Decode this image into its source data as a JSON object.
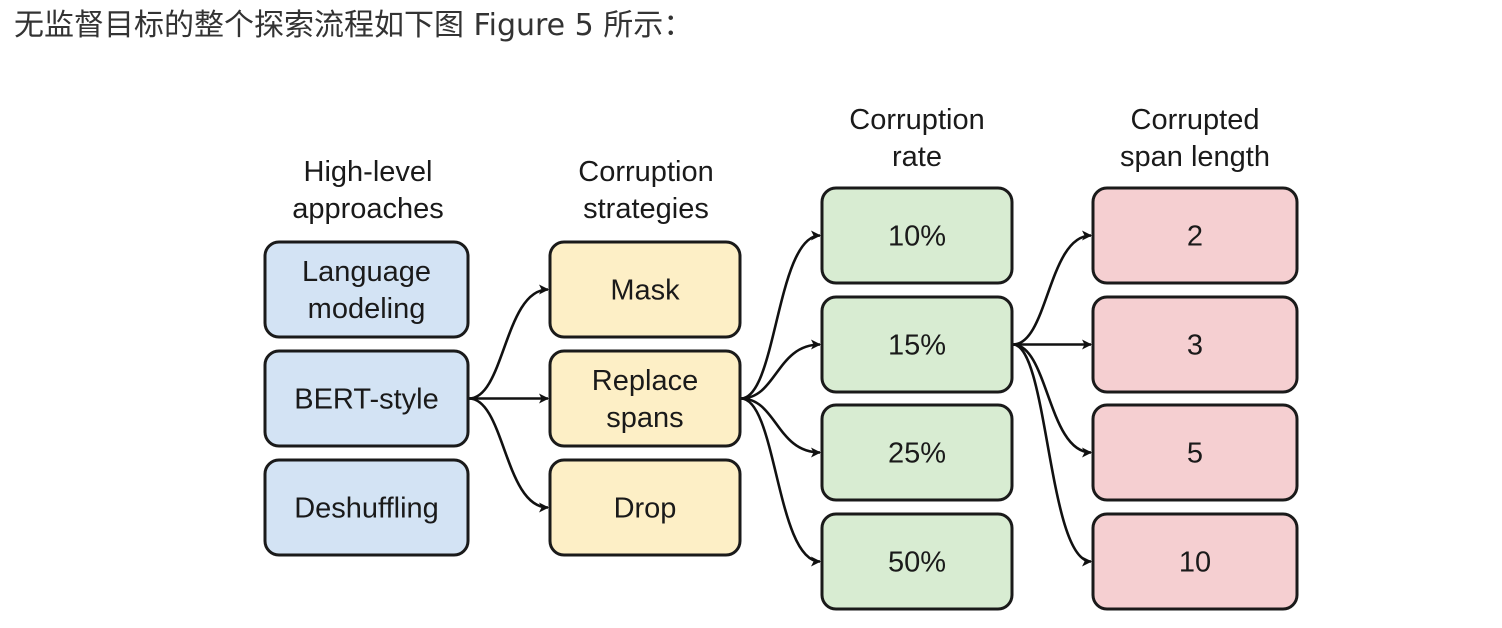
{
  "caption": "无监督目标的整个探索流程如下图 Figure 5 所示：",
  "colors": {
    "approaches": "#d3e3f4",
    "strategies": "#fdefc6",
    "rates": "#d8ecd2",
    "lengths": "#f5cfd1",
    "stroke": "#1a1a1a"
  },
  "columns": [
    {
      "id": "approaches",
      "header": [
        "High-level",
        "approaches"
      ],
      "items": [
        [
          "Language",
          "modeling"
        ],
        [
          "BERT-style"
        ],
        [
          "Deshuffling"
        ]
      ],
      "selected": 1
    },
    {
      "id": "strategies",
      "header": [
        "Corruption",
        "strategies"
      ],
      "items": [
        [
          "Mask"
        ],
        [
          "Replace",
          "spans"
        ],
        [
          "Drop"
        ]
      ],
      "selected": 1
    },
    {
      "id": "rates",
      "header": [
        "Corruption",
        "rate"
      ],
      "items": [
        [
          "10%"
        ],
        [
          "15%"
        ],
        [
          "25%"
        ],
        [
          "50%"
        ]
      ],
      "selected": 1
    },
    {
      "id": "lengths",
      "header": [
        "Corrupted",
        "span length"
      ],
      "items": [
        [
          "2"
        ],
        [
          "3"
        ],
        [
          "5"
        ],
        [
          "10"
        ]
      ],
      "selected": null
    }
  ]
}
